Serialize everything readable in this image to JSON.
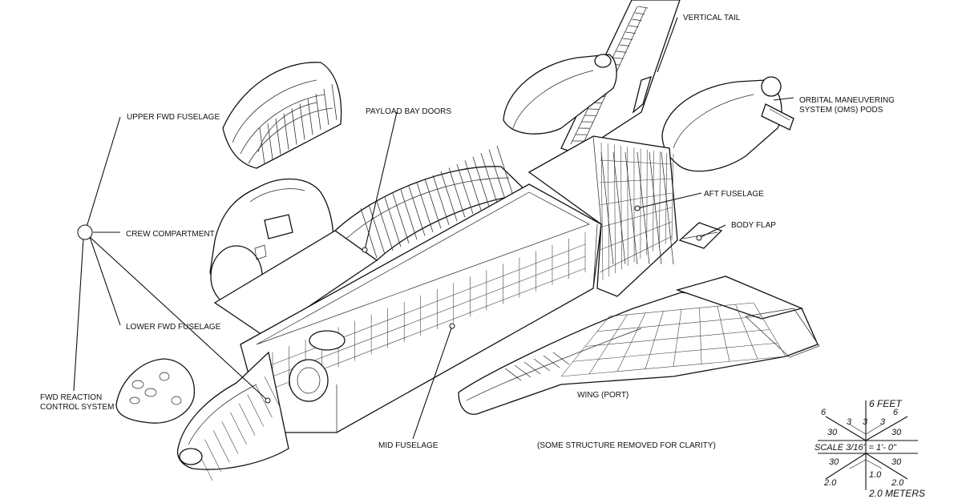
{
  "labels": {
    "vertical_tail": "VERTICAL TAIL",
    "oms_pods_line1": "ORBITAL MANEUVERING",
    "oms_pods_line2": "SYSTEM (OMS) PODS",
    "upper_fwd_fuselage": "UPPER FWD FUSELAGE",
    "payload_bay_doors": "PAYLOAD BAY DOORS",
    "aft_fuselage": "AFT FUSELAGE",
    "body_flap": "BODY FLAP",
    "crew_compartment": "CREW COMPARTMENT",
    "lower_fwd_fuselage": "LOWER FWD FUSELAGE",
    "fwd_rcs_line1": "FWD REACTION",
    "fwd_rcs_line2": "CONTROL SYSTEM",
    "mid_fuselage": "MID FUSELAGE",
    "wing_port": "WING (PORT)",
    "note": "(SOME STRUCTURE REMOVED FOR CLARITY)"
  },
  "scale": {
    "feet_label": "6 FEET",
    "meters_label": "2.0 METERS",
    "scale_text": "SCALE  3/16\" = 1'- 0\"",
    "feet_ticks": [
      "6",
      "3",
      "3",
      "3",
      "6"
    ],
    "ratio_ticks": [
      "30",
      "30",
      "30",
      "30"
    ],
    "meter_ticks": [
      "1.0",
      "2.0",
      "2.0"
    ]
  }
}
